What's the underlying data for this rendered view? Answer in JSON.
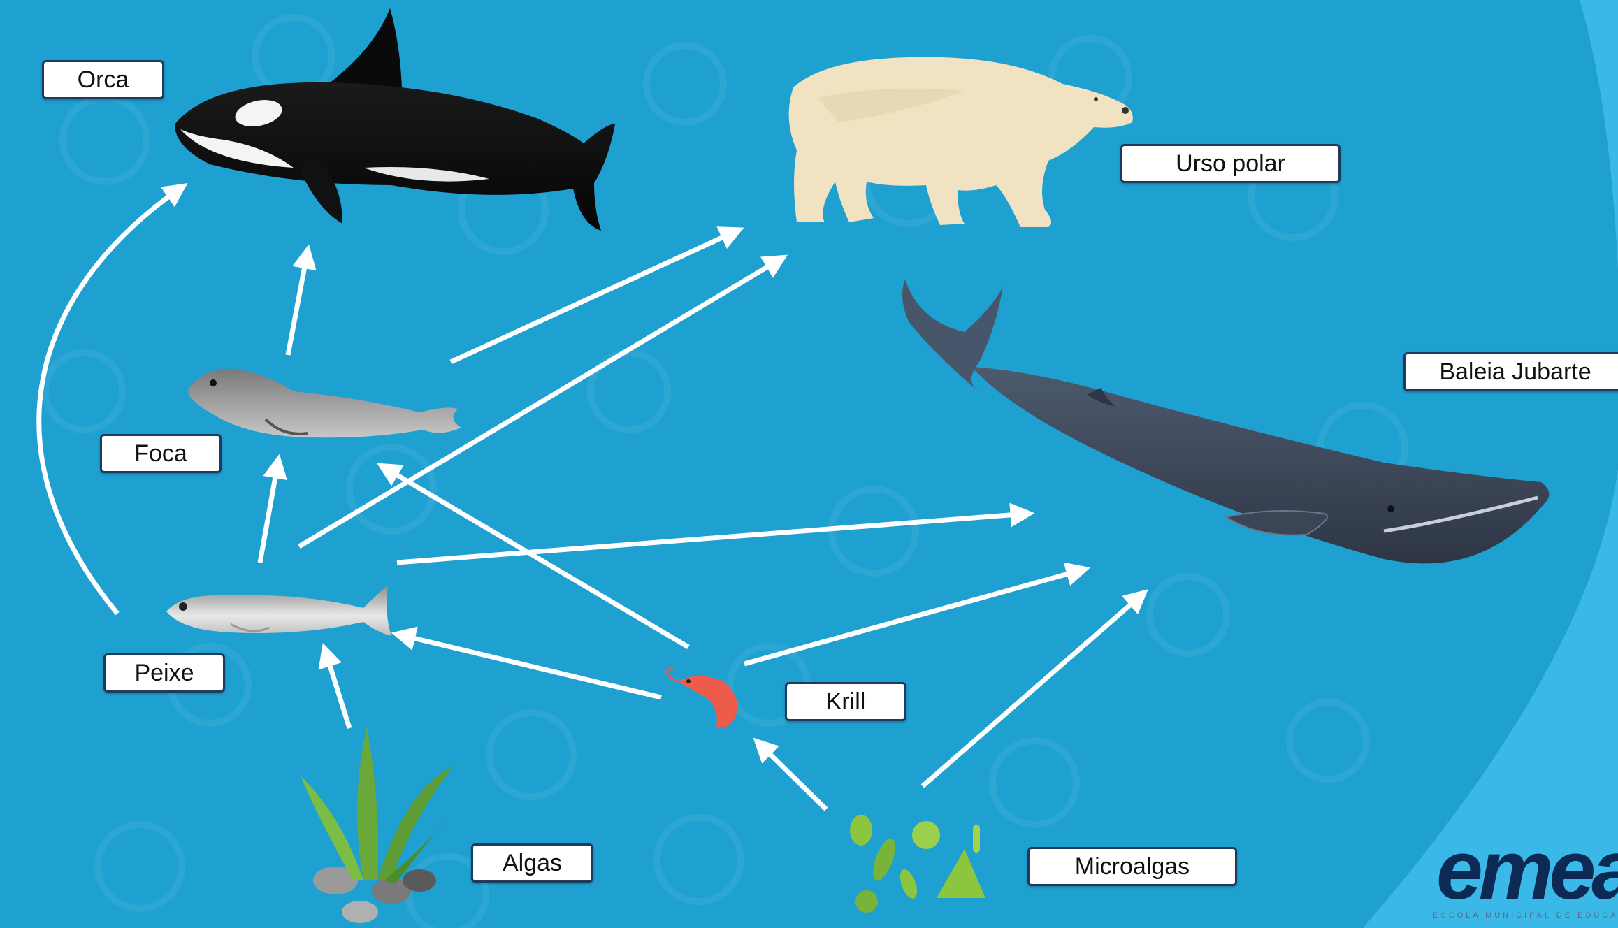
{
  "labels": {
    "orca": "Orca",
    "urso_polar": "Urso polar",
    "baleia_jubarte": "Baleia Jubarte",
    "foca": "Foca",
    "peixe": "Peixe",
    "krill": "Krill",
    "algas": "Algas",
    "microalgas": "Microalgas"
  },
  "logo": {
    "name": "emea",
    "subtitle": "ESCOLA MUNICIPAL DE EDUCAÇÃO AMBIENTAL"
  },
  "colors": {
    "background": "#1ea0d0",
    "right_band": "#3ab8e8",
    "arrow": "#ffffff",
    "label_border": "#1f3a5a"
  },
  "food_web": [
    {
      "from": "Peixe",
      "to": "Orca"
    },
    {
      "from": "Foca",
      "to": "Orca"
    },
    {
      "from": "Foca",
      "to": "Urso polar"
    },
    {
      "from": "Peixe",
      "to": "Urso polar"
    },
    {
      "from": "Peixe",
      "to": "Foca"
    },
    {
      "from": "Peixe",
      "to": "Baleia Jubarte"
    },
    {
      "from": "Krill",
      "to": "Foca"
    },
    {
      "from": "Krill",
      "to": "Peixe"
    },
    {
      "from": "Krill",
      "to": "Baleia Jubarte"
    },
    {
      "from": "Algas",
      "to": "Peixe"
    },
    {
      "from": "Microalgas",
      "to": "Krill"
    },
    {
      "from": "Microalgas",
      "to": "Baleia Jubarte"
    }
  ]
}
